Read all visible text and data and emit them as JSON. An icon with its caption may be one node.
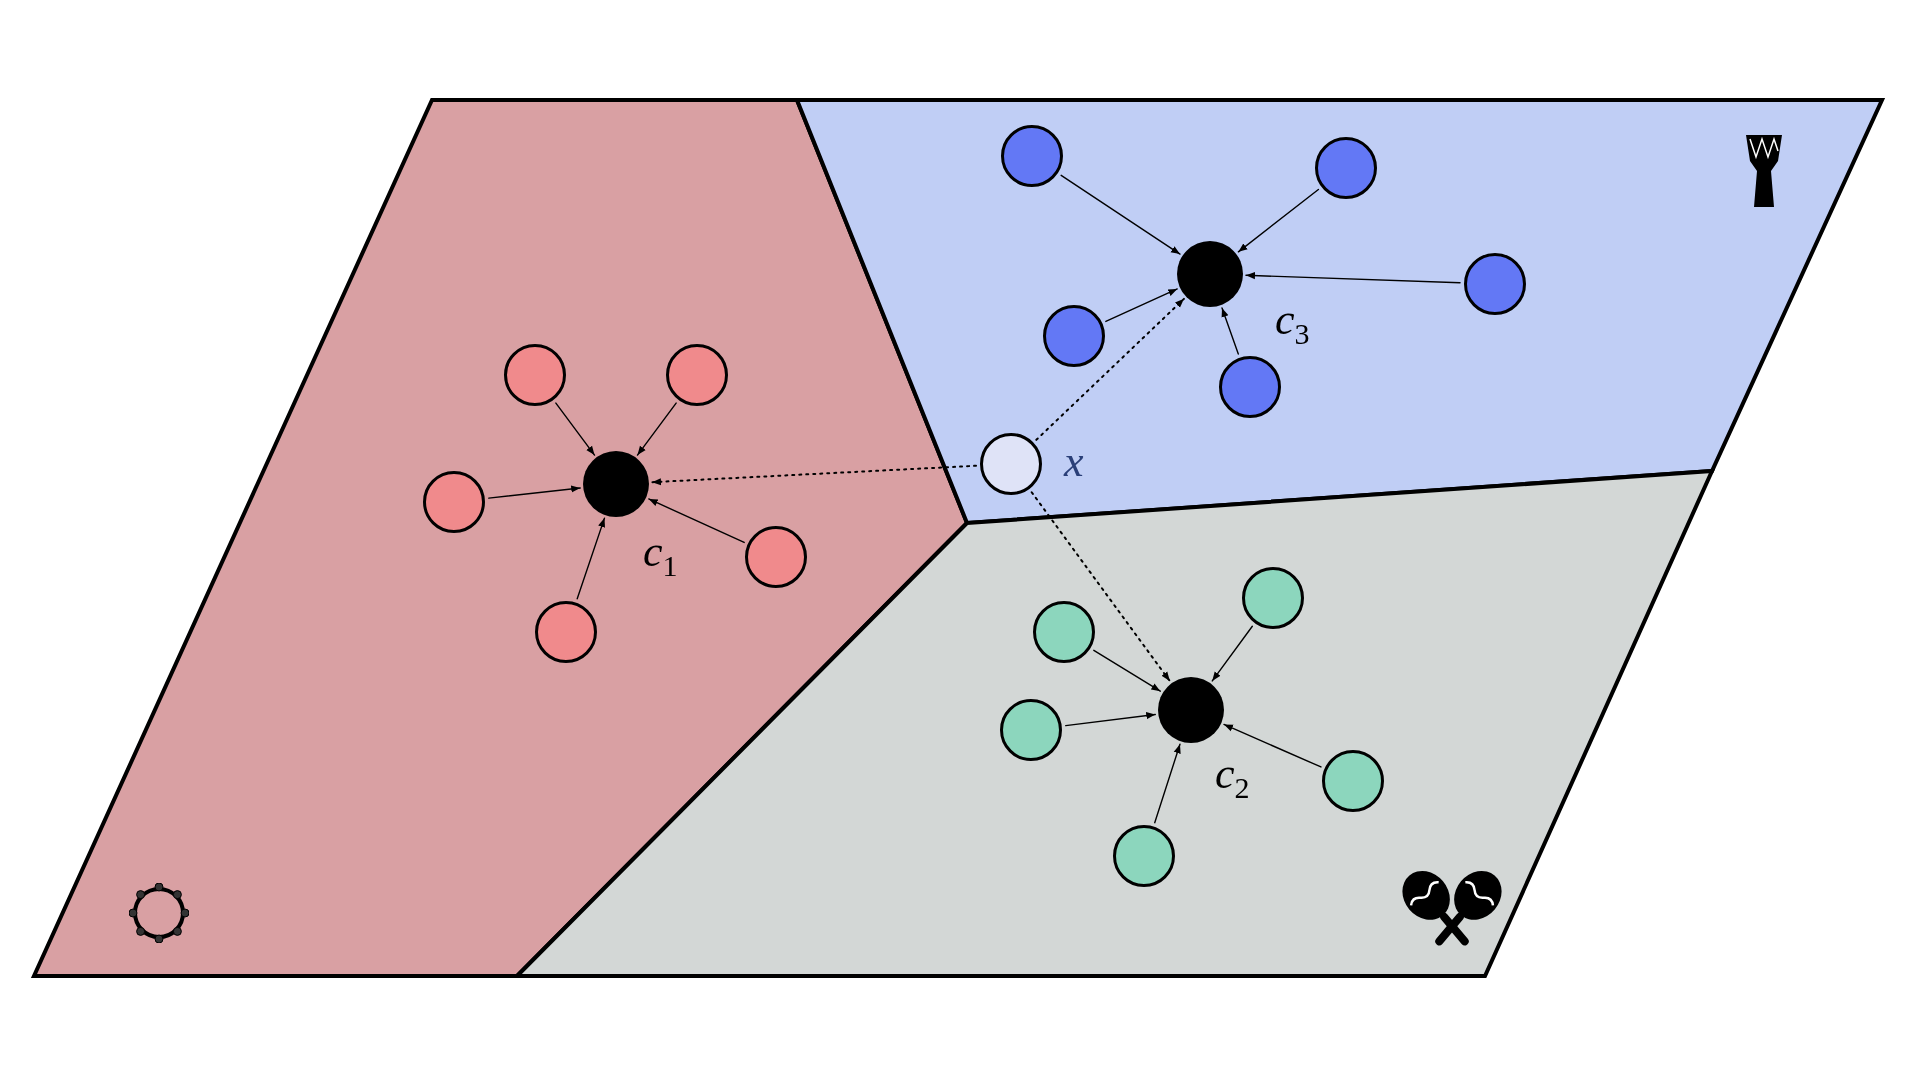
{
  "diagram": {
    "nodes": [
      {
        "text": [],
        "shape": "polygon"
      },
      {
        "text": [],
        "shape": "polygon"
      },
      {
        "text": [],
        "shape": "polygon"
      },
      {
        "text": [],
        "shape": "circle",
        "in": 0
      },
      {
        "text": [],
        "shape": "circle",
        "in": 0
      },
      {
        "text": [],
        "shape": "circle",
        "in": 0
      },
      {
        "text": [],
        "shape": "circle",
        "in": 0
      },
      {
        "text": [],
        "shape": "circle",
        "in": 0
      },
      {
        "text": [],
        "shape": "circle",
        "in": 0,
        "beside": [
          "c$_{1}$"
        ]
      },
      {
        "text": [],
        "shape": "circle",
        "in": 1
      },
      {
        "text": [],
        "shape": "circle",
        "in": 1
      },
      {
        "text": [],
        "shape": "circle",
        "in": 1
      },
      {
        "text": [],
        "shape": "circle",
        "in": 1
      },
      {
        "text": [],
        "shape": "circle",
        "in": 1
      },
      {
        "text": [],
        "shape": "circle",
        "in": 1,
        "beside": [
          "c$_{3}$"
        ]
      },
      {
        "text": [],
        "shape": "circle",
        "in": 2
      },
      {
        "text": [],
        "shape": "circle",
        "in": 2
      },
      {
        "text": [],
        "shape": "circle",
        "in": 2
      },
      {
        "text": [],
        "shape": "circle",
        "in": 2
      },
      {
        "text": [],
        "shape": "circle",
        "in": 2
      },
      {
        "text": [],
        "shape": "circle",
        "in": 2,
        "beside": [
          "c$_{2}$"
        ]
      },
      {
        "text": [],
        "shape": "circle",
        "in": 1,
        "beside": [
          "x"
        ]
      }
    ],
    "edges": [
      {
        "from": 3,
        "to": 8,
        "arrow": "to"
      },
      {
        "from": 4,
        "to": 8,
        "arrow": "to"
      },
      {
        "from": 5,
        "to": 8,
        "arrow": "to"
      },
      {
        "from": 6,
        "to": 8,
        "arrow": "to"
      },
      {
        "from": 7,
        "to": 8,
        "arrow": "to"
      },
      {
        "from": 9,
        "to": 14,
        "arrow": "to"
      },
      {
        "from": 10,
        "to": 14,
        "arrow": "to"
      },
      {
        "from": 11,
        "to": 14,
        "arrow": "to"
      },
      {
        "from": 12,
        "to": 14,
        "arrow": "to"
      },
      {
        "from": 13,
        "to": 14,
        "arrow": "to"
      },
      {
        "from": 15,
        "to": 20,
        "arrow": "to"
      },
      {
        "from": 16,
        "to": 20,
        "arrow": "to"
      },
      {
        "from": 17,
        "to": 20,
        "arrow": "to"
      },
      {
        "from": 18,
        "to": 20,
        "arrow": "to"
      },
      {
        "from": 19,
        "to": 20,
        "arrow": "to"
      },
      {
        "from": 21,
        "to": 8,
        "arrow": "to",
        "style": "dashed"
      },
      {
        "from": 21,
        "to": 20,
        "arrow": "to",
        "style": "dashed"
      },
      {
        "from": 21,
        "to": 14,
        "arrow": "to",
        "style": "dashed"
      }
    ]
  }
}
